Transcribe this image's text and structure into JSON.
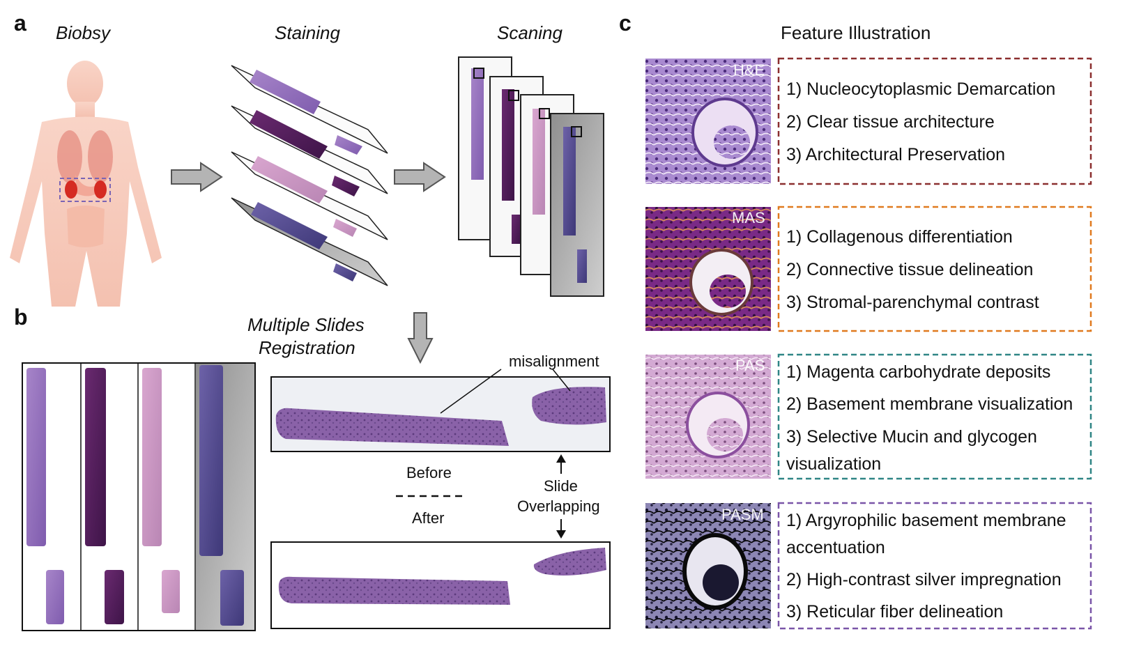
{
  "panels": {
    "a": "a",
    "b": "b",
    "c": "c"
  },
  "steps": {
    "biopsy": "Biobsy",
    "staining": "Staining",
    "scanning": "Scaning"
  },
  "registration": {
    "title_line1": "Multiple Slides",
    "title_line2": "Registration",
    "misalignment": "misalignment",
    "before": "Before",
    "after": "After",
    "overlap_line1": "Slide",
    "overlap_line2": "Overlapping"
  },
  "feature_title": "Feature Illustration",
  "stains": [
    {
      "name": "H&E",
      "color": "#8b2f2f",
      "features": [
        "1) Nucleocytoplasmic Demarcation",
        "2) Clear tissue architecture",
        "3) Architectural Preservation"
      ]
    },
    {
      "name": "MAS",
      "color": "#e07a1f",
      "features": [
        "1) Collagenous differentiation",
        "2) Connective tissue delineation",
        "3) Stromal-parenchymal contrast"
      ]
    },
    {
      "name": "PAS",
      "color": "#2f8585",
      "features": [
        "1) Magenta carbohydrate deposits",
        "2) Basement membrane visualization",
        "3) Selective Mucin and glycogen",
        "visualization"
      ]
    },
    {
      "name": "PASM",
      "color": "#7a55a8",
      "features": [
        "1) Argyrophilic basement membrane",
        "accentuation",
        "2) High-contrast silver impregnation",
        "3) Reticular fiber delineation"
      ]
    }
  ]
}
